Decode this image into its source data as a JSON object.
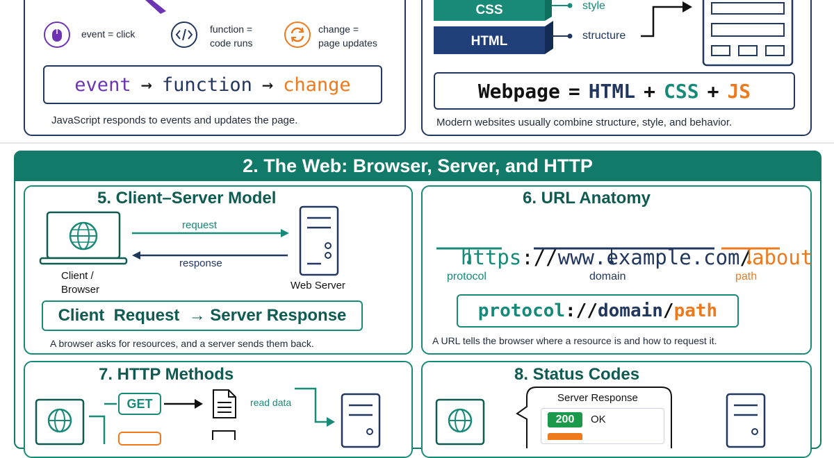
{
  "top_left": {
    "legend": [
      {
        "label_line1": "event = click",
        "label_line2": "",
        "icon": "mouse-click-icon"
      },
      {
        "label_line1": "function =",
        "label_line2": "code runs",
        "icon": "code-icon"
      },
      {
        "label_line1": "change =",
        "label_line2": "page updates",
        "icon": "refresh-icon"
      }
    ],
    "formula": {
      "event": "event",
      "arrow1": "→",
      "function": "function",
      "arrow2": "→",
      "change": "change"
    },
    "caption": "JavaScript responds to events and updates the page."
  },
  "top_right": {
    "layers": {
      "css": "CSS",
      "html": "HTML"
    },
    "labels": {
      "style": "style",
      "structure": "structure"
    },
    "formula": {
      "webpage": "Webpage",
      "eq": "=",
      "html": "HTML",
      "plus1": "+",
      "css": "CSS",
      "plus2": "+",
      "js": "JS"
    },
    "caption": "Modern websites usually combine structure, style, and behavior."
  },
  "section": {
    "title": "2. The Web: Browser, Server, and HTTP"
  },
  "client_server": {
    "title": "5. Client–Server Model",
    "request": "request",
    "response": "response",
    "client_line1": "Client /",
    "client_line2": "Browser",
    "server": "Web Server",
    "formula": "Client  Request  → Server Response",
    "caption": "A browser asks for resources, and a server sends them back."
  },
  "url_anatomy": {
    "title": "6. URL Anatomy",
    "protocol_text": "https",
    "sep1": "://",
    "domain_text": "www.example.com",
    "sep2": "/",
    "path_text": "about",
    "protocol_label": "protocol",
    "domain_label": "domain",
    "path_label": "path",
    "formula": {
      "protocol": "protocol",
      "sep1": "://",
      "domain": "domain",
      "sep2": "/",
      "path": "path"
    },
    "caption": "A URL tells the browser where a resource is and how to request it."
  },
  "http_methods": {
    "title": "7. HTTP Methods",
    "get": "GET",
    "get_desc": "read data"
  },
  "status_codes": {
    "title": "8. Status Codes",
    "bubble_title": "Server Response",
    "code": "200",
    "code_text": "OK"
  },
  "colors": {
    "navy": "#22375f",
    "teal": "#1a8a78",
    "header": "#117a68",
    "purple": "#6d33b4",
    "orange": "#ee7a1e",
    "green": "#1a9a4a"
  }
}
